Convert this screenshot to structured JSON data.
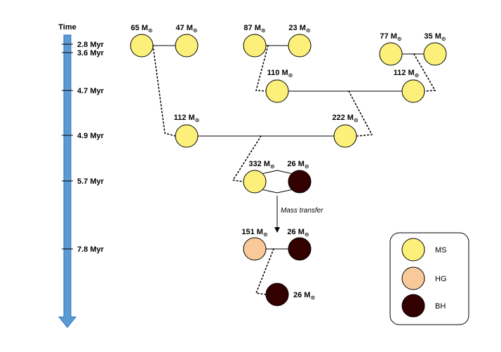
{
  "time_axis": {
    "title": "Time",
    "ticks": [
      "2.8 Myr",
      "3.6 Myr",
      "4.7 Myr",
      "4.9 Myr",
      "5.7 Myr",
      "7.8 Myr"
    ]
  },
  "mass_symbol": "⊙",
  "stars": {
    "s65": {
      "mass": "65 M",
      "type": "MS"
    },
    "s47": {
      "mass": "47 M",
      "type": "MS"
    },
    "s87": {
      "mass": "87 M",
      "type": "MS"
    },
    "s23": {
      "mass": "23 M",
      "type": "MS"
    },
    "s77": {
      "mass": "77 M",
      "type": "MS"
    },
    "s35": {
      "mass": "35 M",
      "type": "MS"
    },
    "s110": {
      "mass": "110 M",
      "type": "MS"
    },
    "s112a": {
      "mass": "112 M",
      "type": "MS"
    },
    "s112b": {
      "mass": "112 M",
      "type": "MS"
    },
    "s222": {
      "mass": "222 M",
      "type": "MS"
    },
    "s332": {
      "mass": "332 M",
      "type": "MS"
    },
    "s26a": {
      "mass": "26 M",
      "type": "BH"
    },
    "s151": {
      "mass": "151 M",
      "type": "HG"
    },
    "s26b": {
      "mass": "26 M",
      "type": "BH"
    },
    "s26c": {
      "mass": "26 M",
      "type": "BH"
    }
  },
  "mass_transfer_label": "Mass transfer",
  "legend": [
    {
      "label": "MS",
      "color": "#fcf07a"
    },
    {
      "label": "HG",
      "color": "#f9c99a"
    },
    {
      "label": "BH",
      "color": "#330000"
    }
  ],
  "colors": {
    "axis_arrow": "#5b9bd5",
    "axis_arrow_border": "#2e6db4",
    "MS": "#fcf07a",
    "HG": "#f9c99a",
    "BH": "#330000"
  }
}
